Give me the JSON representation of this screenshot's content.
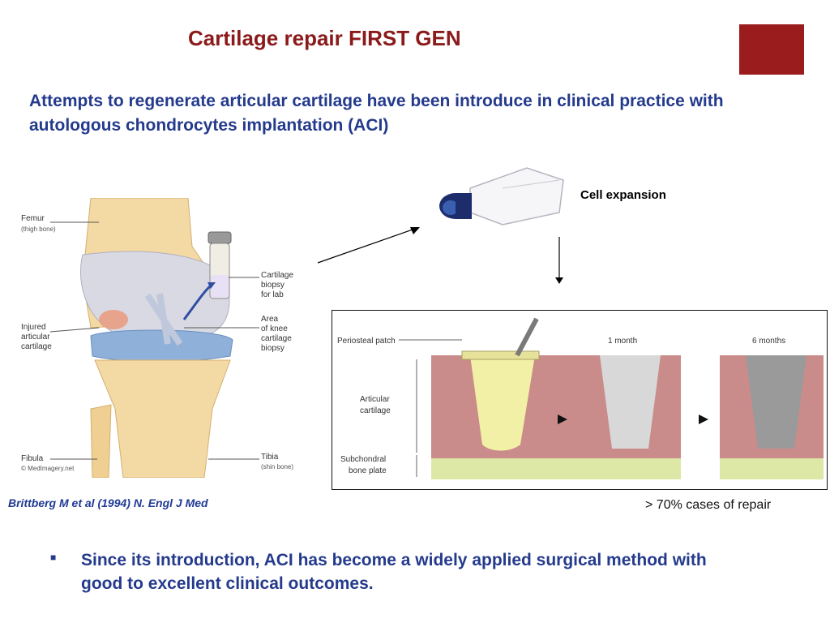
{
  "slide": {
    "title": "Cartilage repair FIRST GEN",
    "intro": "Attempts to regenerate articular cartilage have been introduce in clinical practice with autologous chondrocytes implantation (ACI)",
    "accent_color": "#9b1c1c",
    "text_color": "#243a8c"
  },
  "knee_figure": {
    "femur": "Femur",
    "femur_sub": "(thigh bone)",
    "cart1": "Cartilage",
    "cart2": "biopsy",
    "cart3": "for lab",
    "area1": "Area",
    "area2": "of knee",
    "area3": "cartilage",
    "area4": "biopsy",
    "inj1": "Injured",
    "inj2": "articular",
    "inj3": "cartilage",
    "fibula": "Fibula",
    "tibia": "Tibia",
    "tibia_sub": "(shin bone)",
    "credit": "© MedImagery.net"
  },
  "citation": "Brittberg M et al (1994) N. Engl J Med",
  "cell_expansion": "Cell expansion",
  "panel": {
    "periosteal": "Periosteal patch",
    "articular1": "Articular",
    "articular2": "cartilage",
    "subchondral1": "Subchondral",
    "subchondral2": "bone plate",
    "month1": "1 month",
    "month6": "6 months"
  },
  "repair_rate": "> 70% cases of repair",
  "bullet": {
    "marker": "■",
    "text": "Since its introduction, ACI has become a widely applied surgical method with good to excellent clinical outcomes."
  }
}
